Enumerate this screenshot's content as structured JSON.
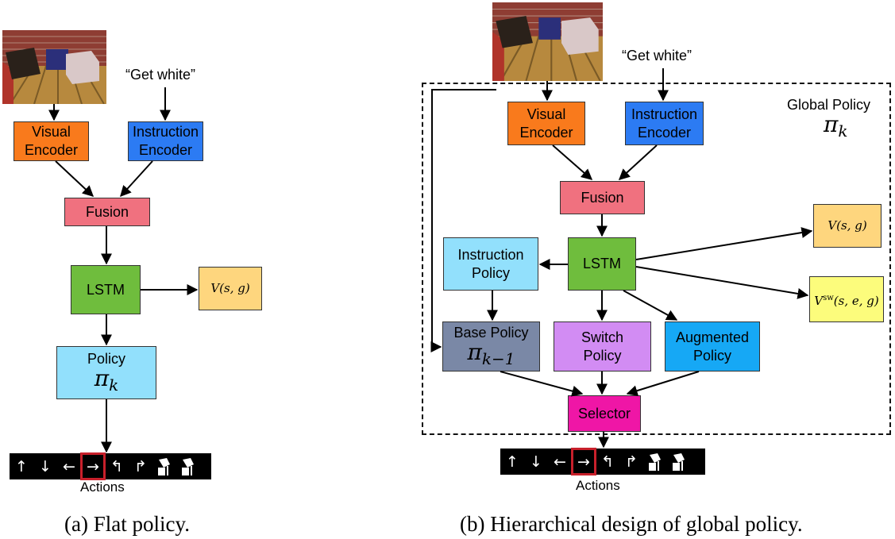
{
  "flat": {
    "instruction": "“Get white”",
    "visual_encoder": [
      "Visual",
      "Encoder"
    ],
    "instruction_encoder": [
      "Instruction",
      "Encoder"
    ],
    "fusion": "Fusion",
    "lstm": "LSTM",
    "value": "V(s, g)",
    "policy": "Policy",
    "policy_symbol": "π",
    "policy_sub": "k",
    "actions_label": "Actions",
    "caption": "(a) Flat policy."
  },
  "hier": {
    "instruction": "“Get white”",
    "global_policy": "Global Policy",
    "global_symbol": "π",
    "global_sub": "k",
    "visual_encoder": [
      "Visual",
      "Encoder"
    ],
    "instruction_encoder": [
      "Instruction",
      "Encoder"
    ],
    "fusion": "Fusion",
    "lstm": "LSTM",
    "value": "V(s, g)",
    "value_sw": "V",
    "value_sw_sup": "sw",
    "value_sw_args": "(s, e, g)",
    "instruction_policy": [
      "Instruction",
      "Policy"
    ],
    "base_policy": "Base Policy",
    "base_symbol": "π",
    "base_sub": "k−1",
    "switch_policy": [
      "Switch",
      "Policy"
    ],
    "augmented_policy": [
      "Augmented",
      "Policy"
    ],
    "selector": "Selector",
    "actions_label": "Actions",
    "caption": "(b) Hierarchical design of global policy."
  },
  "actions": [
    "↑",
    "↓",
    "←",
    "→",
    "↰",
    "↱",
    "pick-icon",
    "put-icon"
  ],
  "colors": {
    "visual_encoder": "#f97a1c",
    "instruction_encoder": "#2c7bf3",
    "fusion": "#f0717f",
    "lstm": "#6fbd3d",
    "value": "#fed67e",
    "value_sw": "#fcfc7c",
    "policy": "#92e0fc",
    "base_policy": "#7a88a6",
    "switch_policy": "#d28cf3",
    "augmented_policy": "#16a8f5",
    "selector": "#ef16a6",
    "selected_action": "#c8202b"
  }
}
